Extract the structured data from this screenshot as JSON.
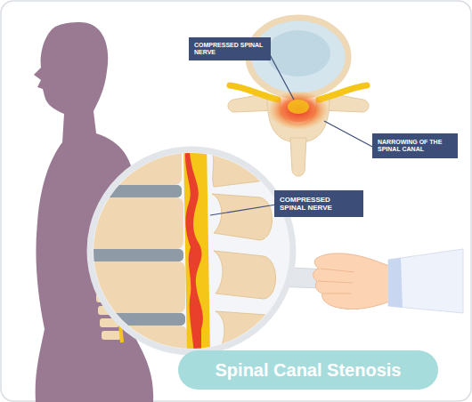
{
  "diagram": {
    "title": "Spinal Canal Stenosis",
    "nodes": [
      {
        "text": [
          "COMPRESSED SPINAL NERVE"
        ]
      },
      {
        "text": [
          "NARROWING OF THE SPINAL CANAL"
        ]
      },
      {
        "text": [
          "COMPRESSED SPINAL NERVE"
        ]
      }
    ]
  }
}
